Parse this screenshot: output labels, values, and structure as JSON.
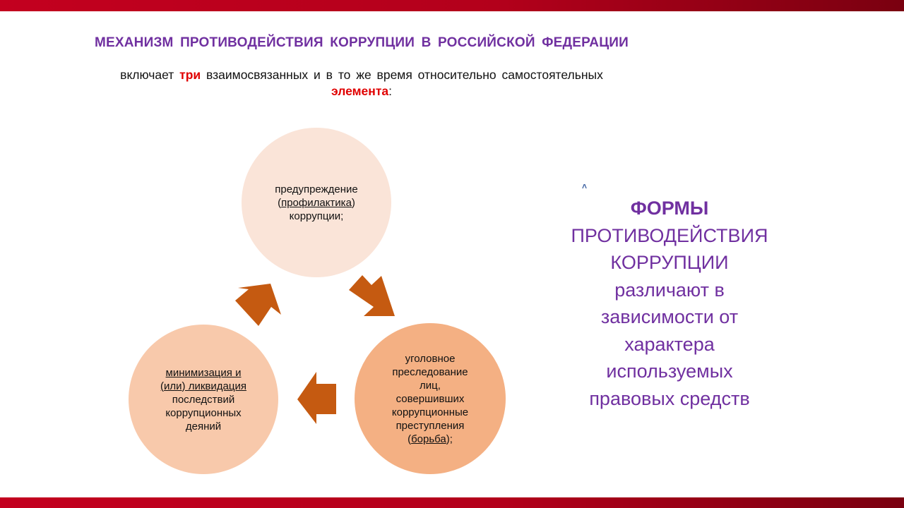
{
  "header": {
    "title": "МЕХАНИЗМ  ПРОТИВОДЕЙСТВИЯ  КОРРУПЦИИ  В РОССИЙСКОЙ  ФЕДЕРАЦИИ",
    "subtitle_part1": "включает ",
    "subtitle_red1": "три",
    "subtitle_part2": " взаимосвязанных  и в то же время  относительно самостоятельных",
    "subtitle_red2": "элемента",
    "subtitle_part3": ":"
  },
  "diagram": {
    "top": {
      "line1": "предупреждение",
      "paren_open": "(",
      "underlined": "профилактика",
      "paren_close": ")",
      "line3": "коррупции;"
    },
    "right": {
      "line1": "уголовное",
      "line2": "преследование",
      "line3": "лиц,",
      "line4": "совершивших",
      "line5": "коррупционные",
      "line6": "преступления",
      "paren_open": "(",
      "underlined": "борьба",
      "paren_close": ");"
    },
    "left": {
      "underlined1": "минимизация и",
      "underlined2": "(или) ликвидация",
      "line3": "последствий",
      "line4": "коррупционных",
      "line5": "деяний"
    },
    "colors": {
      "circle_top": "#fae4d8",
      "circle_left": "#f8c9ab",
      "circle_right": "#f4b083",
      "arrow": "#c55a11"
    }
  },
  "side_text": {
    "caret": "˄",
    "heading": "ФОРМЫ",
    "lines": [
      "ПРОТИВОДЕЙСТВИЯ",
      "КОРРУПЦИИ",
      "различают в",
      "зависимости от",
      "характера",
      "используемых",
      "правовых средств"
    ]
  }
}
